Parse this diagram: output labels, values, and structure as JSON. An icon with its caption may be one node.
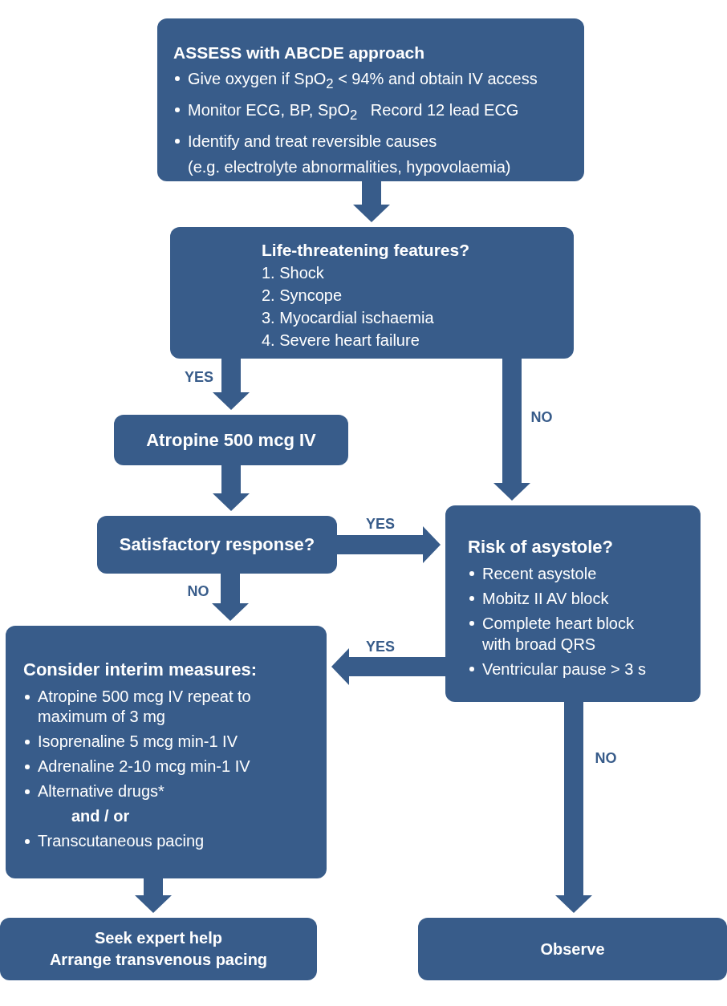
{
  "diagram": {
    "nodes": [
      {
        "text": [
          "ASSESS with ABCDE approach",
          "Give oxygen if SpO$_{2}$ < 94% and obtain IV access",
          "Monitor ECG, BP, SpO$_{2}$   Record 12 lead ECG",
          "Identify and treat reversible causes",
          "(e.g. electrolyte abnormalities, hypovolaemia)"
        ]
      },
      {
        "text": [
          "Life-threatening features?",
          "1. Shock",
          "2. Syncope",
          "3. Myocardial ischaemia",
          "4. Severe heart failure"
        ]
      },
      {
        "text": [
          "Atropine 500 mcg IV"
        ]
      },
      {
        "text": [
          "Satisfactory response?"
        ]
      },
      {
        "text": [
          "Risk of asystole?",
          "Recent asystole",
          "Mobitz II AV block",
          "Complete heart block with broad QRS",
          "Ventricular pause > 3 s"
        ]
      },
      {
        "text": [
          "Consider interim measures:",
          "Atropine 500 mcg IV repeat to maximum of 3 mg",
          "Isoprenaline 5 mcg min-1 IV",
          "Adrenaline 2-10 mcg min-1 IV",
          "Alternative drugs*",
          "and / or",
          "Transcutaneous pacing"
        ]
      },
      {
        "text": [
          "Seek expert help",
          "Arrange transvenous pacing"
        ]
      },
      {
        "text": [
          "Observe"
        ]
      }
    ],
    "edges": [
      {
        "from": 0,
        "to": 1,
        "arrow": "to"
      },
      {
        "from": 1,
        "to": 2,
        "arrow": "to",
        "label": "YES"
      },
      {
        "from": 1,
        "to": 4,
        "arrow": "to",
        "label": "NO"
      },
      {
        "from": 2,
        "to": 3,
        "arrow": "to"
      },
      {
        "from": 3,
        "to": 4,
        "arrow": "to",
        "label": "YES"
      },
      {
        "from": 3,
        "to": 5,
        "arrow": "to",
        "label": "NO"
      },
      {
        "from": 4,
        "to": 5,
        "arrow": "to",
        "label": "YES"
      },
      {
        "from": 4,
        "to": 7,
        "arrow": "to",
        "label": "NO"
      },
      {
        "from": 5,
        "to": 6,
        "arrow": "to"
      }
    ]
  }
}
